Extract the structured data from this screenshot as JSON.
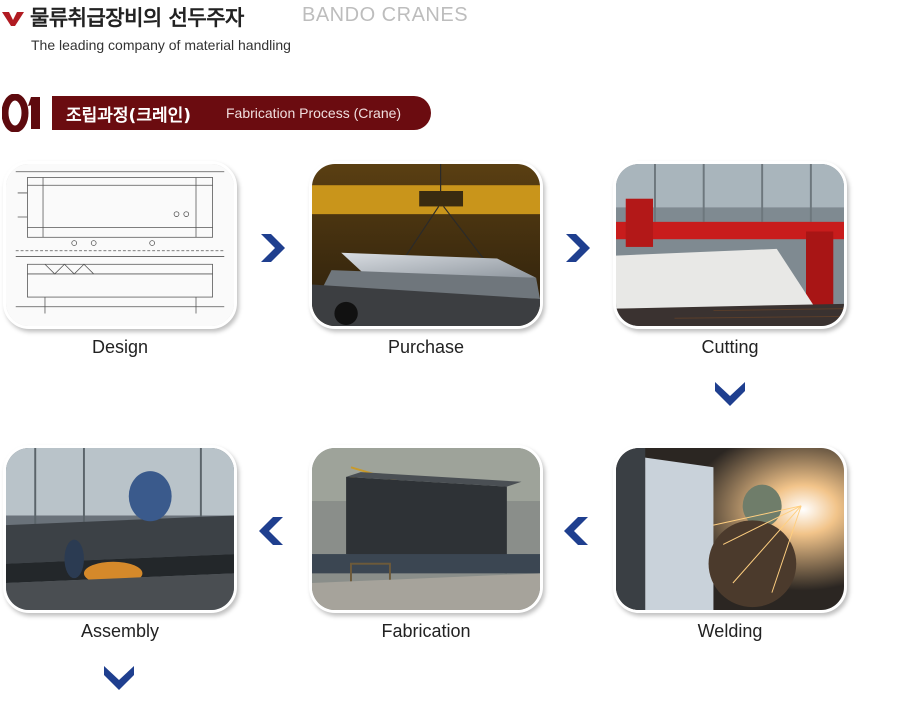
{
  "header": {
    "title_ko": "물류취급장비의 선두주자",
    "title_en": "BANDO CRANES",
    "subtitle": "The leading company of material handling"
  },
  "section": {
    "number": "01",
    "title_ko": "조립과정(크레인)",
    "title_en": "Fabrication Process (Crane)"
  },
  "steps": [
    {
      "label": "Design",
      "image": "crane-design-drawing"
    },
    {
      "label": "Purchase",
      "image": "steel-plates-on-truck-photo"
    },
    {
      "label": "Cutting",
      "image": "plasma-cutting-machine-photo"
    },
    {
      "label": "Welding",
      "image": "worker-welding-photo"
    },
    {
      "label": "Fabrication",
      "image": "girder-fabrication-photo"
    },
    {
      "label": "Assembly",
      "image": "crane-assembly-photo"
    }
  ],
  "colors": {
    "brand_red": "#b11b22",
    "section_bar": "#6b0c10",
    "arrow_blue": "#1f3f8f",
    "title_grey": "#bdbdbd"
  },
  "icons": [
    "v-logo-icon",
    "chevron-right-icon",
    "chevron-down-icon",
    "chevron-left-icon"
  ]
}
